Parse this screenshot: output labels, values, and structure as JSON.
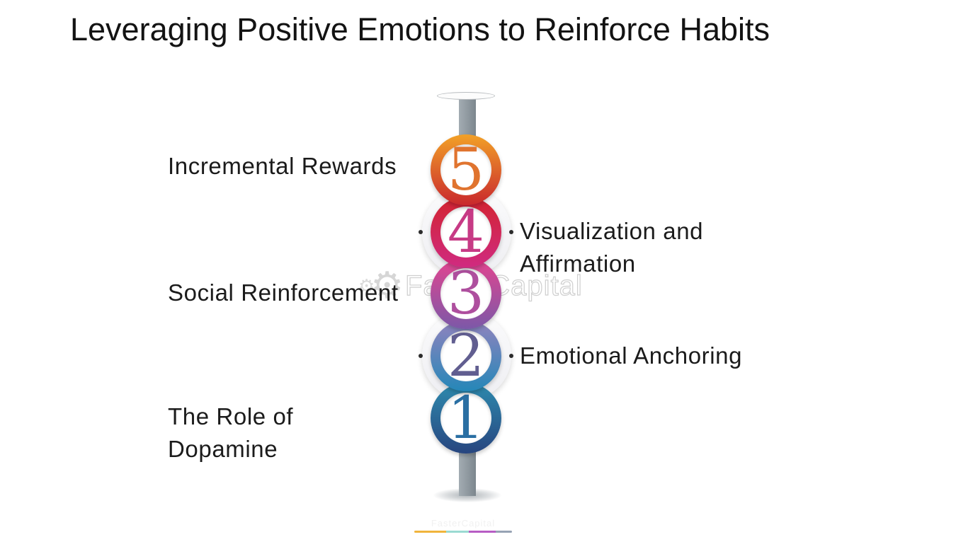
{
  "title": "Leveraging Positive Emotions to Reinforce Habits",
  "watermark": {
    "text": "FasterCapital"
  },
  "footer": {
    "text": "FasterCapital",
    "bar_colors": [
      "#F0B43C",
      "#9ADAD2",
      "#B75CC4",
      "#97A3B4"
    ]
  },
  "timeline": {
    "stem_color": "#8E989F",
    "steps": [
      {
        "number": "5",
        "label_lines": [
          "Incremental Rewards",
          ""
        ],
        "side": "left",
        "ring_top": "#F2A127",
        "ring_bottom": "#C9282D",
        "number_color": "#E0742F"
      },
      {
        "number": "4",
        "label_lines": [
          "Visualization and",
          "Affirmation"
        ],
        "side": "right",
        "ring_top": "#D2242F",
        "ring_bottom": "#D02A80",
        "number_color": "#C73A85"
      },
      {
        "number": "3",
        "label_lines": [
          "Social Reinforcement",
          ""
        ],
        "side": "left",
        "ring_top": "#E4458F",
        "ring_bottom": "#7C58A8",
        "number_color": "#AE4F9E"
      },
      {
        "number": "2",
        "label_lines": [
          "Emotional Anchoring",
          ""
        ],
        "side": "right",
        "ring_top": "#9183BE",
        "ring_bottom": "#2587B8",
        "number_color": "#615E90"
      },
      {
        "number": "1",
        "label_lines": [
          "The Role of",
          "Dopamine"
        ],
        "side": "left",
        "ring_top": "#2E8BAE",
        "ring_bottom": "#27457F",
        "number_color": "#2A6FA3"
      }
    ]
  }
}
